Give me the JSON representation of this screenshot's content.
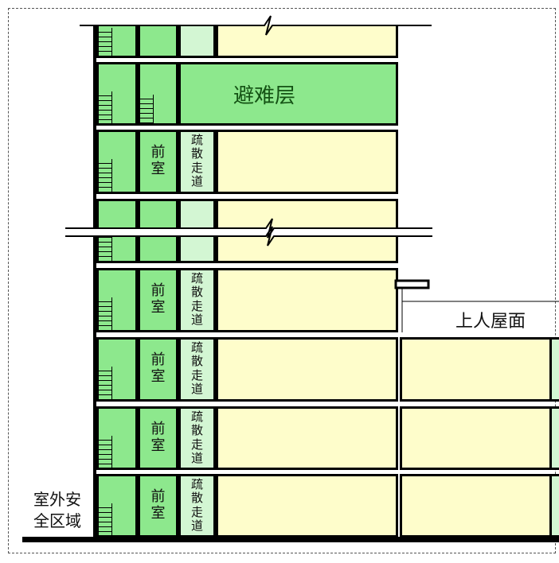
{
  "labels": {
    "refuge_floor": "避难层",
    "anteroom": "前室",
    "evacuation_corridor": "疏散走道",
    "accessible_roof": "上人屋面",
    "outdoor_safe_area_line1": "室外安",
    "outdoor_safe_area_line2": "全区域"
  },
  "colors": {
    "stair_green": "#8de88d",
    "corridor_light_green": "#d3f6d3",
    "room_cream": "#fefdcb"
  }
}
